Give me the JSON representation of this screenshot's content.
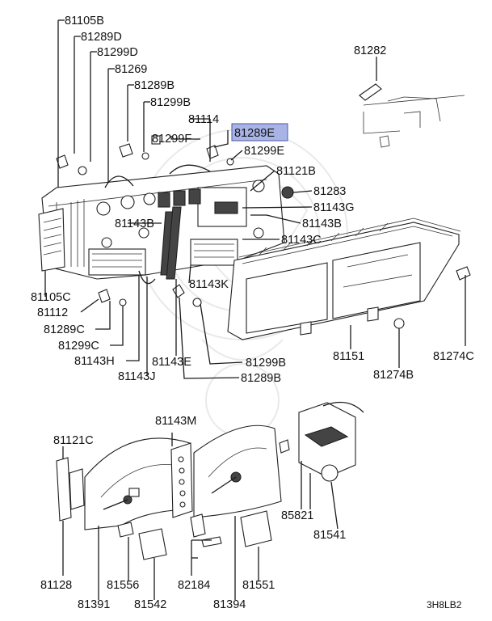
{
  "labels": {
    "l81105B": "81105B",
    "l81289D": "81289D",
    "l81299D": "81299D",
    "l81269": "81269",
    "l81289B_top": "81289B",
    "l81299B_top": "81299B",
    "l81114": "81114",
    "l81289E": "81289E",
    "l81299F": "81299F",
    "l81299E": "81299E",
    "l81121B": "81121B",
    "l81283": "81283",
    "l81143G": "81143G",
    "l81143B_left": "81143B",
    "l81143B_right": "81143B",
    "l81143C": "81143C",
    "l81282": "81282",
    "l81105C": "81105C",
    "l81112": "81112",
    "l81289C": "81289C",
    "l81299C": "81299C",
    "l81143H": "81143H",
    "l81143J": "81143J",
    "l81143E": "81143E",
    "l81143K": "81143K",
    "l81299B_bot": "81299B",
    "l81289B_bot": "81289B",
    "l81151": "81151",
    "l81274C": "81274C",
    "l81274B": "81274B",
    "l81143M": "81143M",
    "l81121C": "81121C",
    "l85821": "85821",
    "l81541": "81541",
    "l81128": "81128",
    "l81391": "81391",
    "l81556": "81556",
    "l81542": "81542",
    "l82184": "82184",
    "l81394": "81394",
    "l81551": "81551"
  },
  "highlighted_part": "81289E",
  "highlight_color": "#a9b4e6",
  "diagram_code": "3H8LB2"
}
